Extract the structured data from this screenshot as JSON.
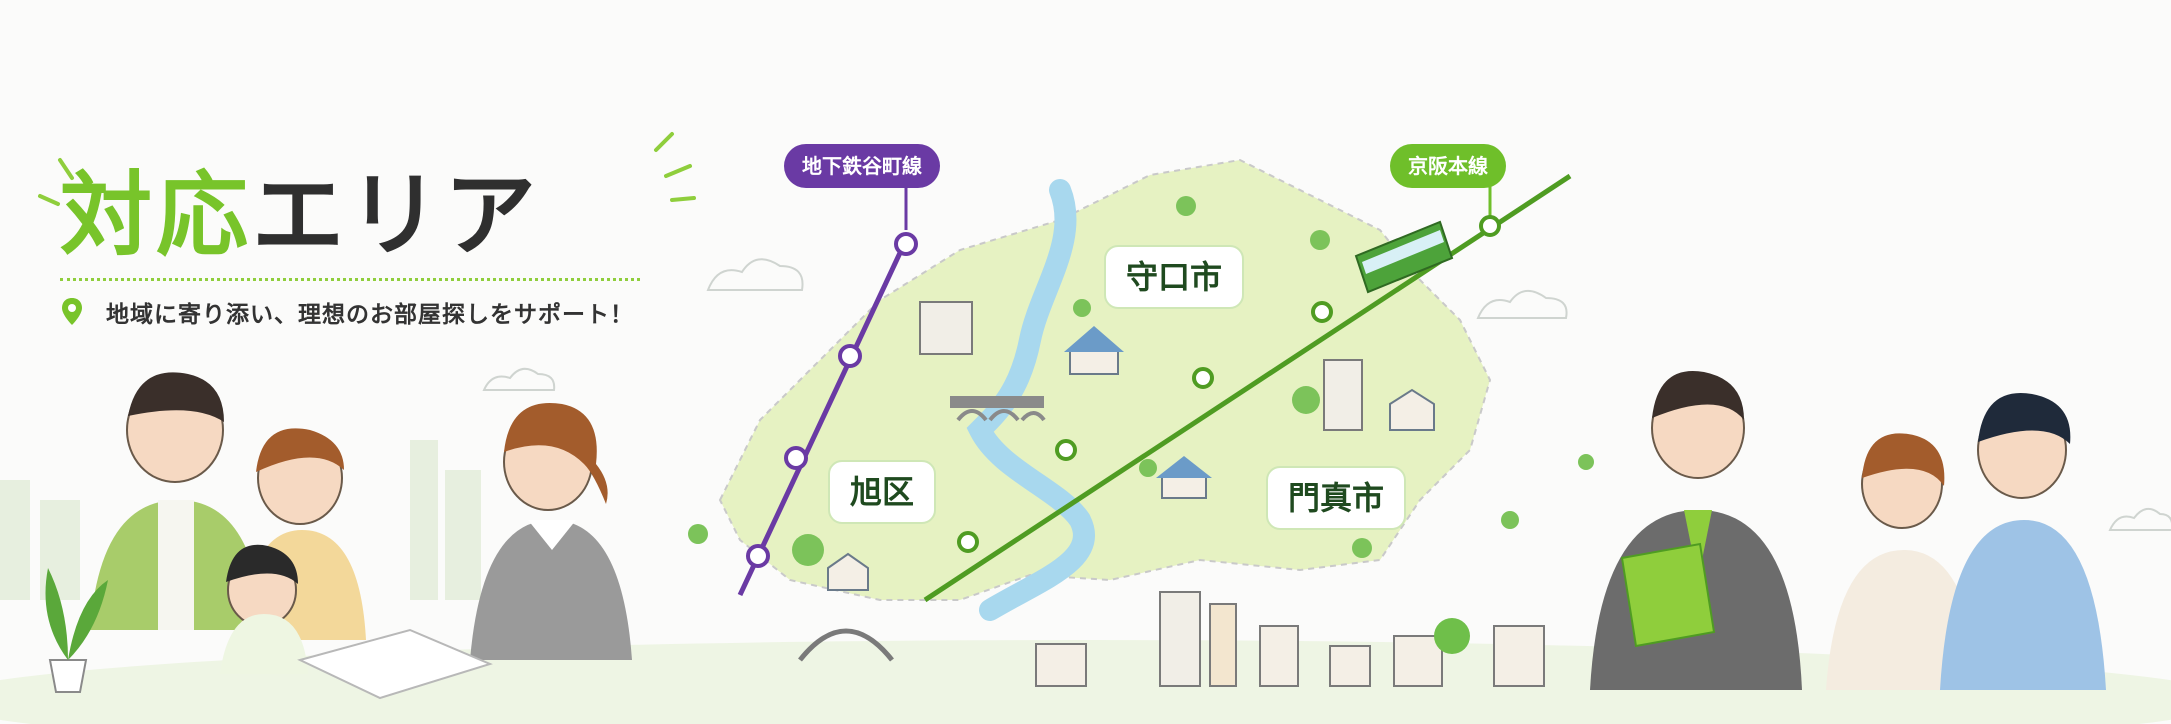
{
  "title": {
    "accent": "対応",
    "rest": "エリア",
    "subtitle": "地域に寄り添い、理想のお部屋探しをサポート！"
  },
  "map": {
    "subway_line": "地下鉄谷町線",
    "keihan_line": "京阪本線",
    "areas": {
      "moriguchi": "守口市",
      "asahi": "旭区",
      "kadoma": "門真市"
    }
  },
  "colors": {
    "accent_green": "#78c42a",
    "subway_purple": "#6a3aa4",
    "keihan_green": "#6fbf2a",
    "map_fill": "#e6f2c2",
    "river": "#a8d8ee"
  },
  "icons": [
    "location-pin-icon",
    "train-icon",
    "bridge-icon",
    "house-icon",
    "building-icon",
    "tree-icon",
    "cloud-icon",
    "plant-icon",
    "folder-icon"
  ]
}
